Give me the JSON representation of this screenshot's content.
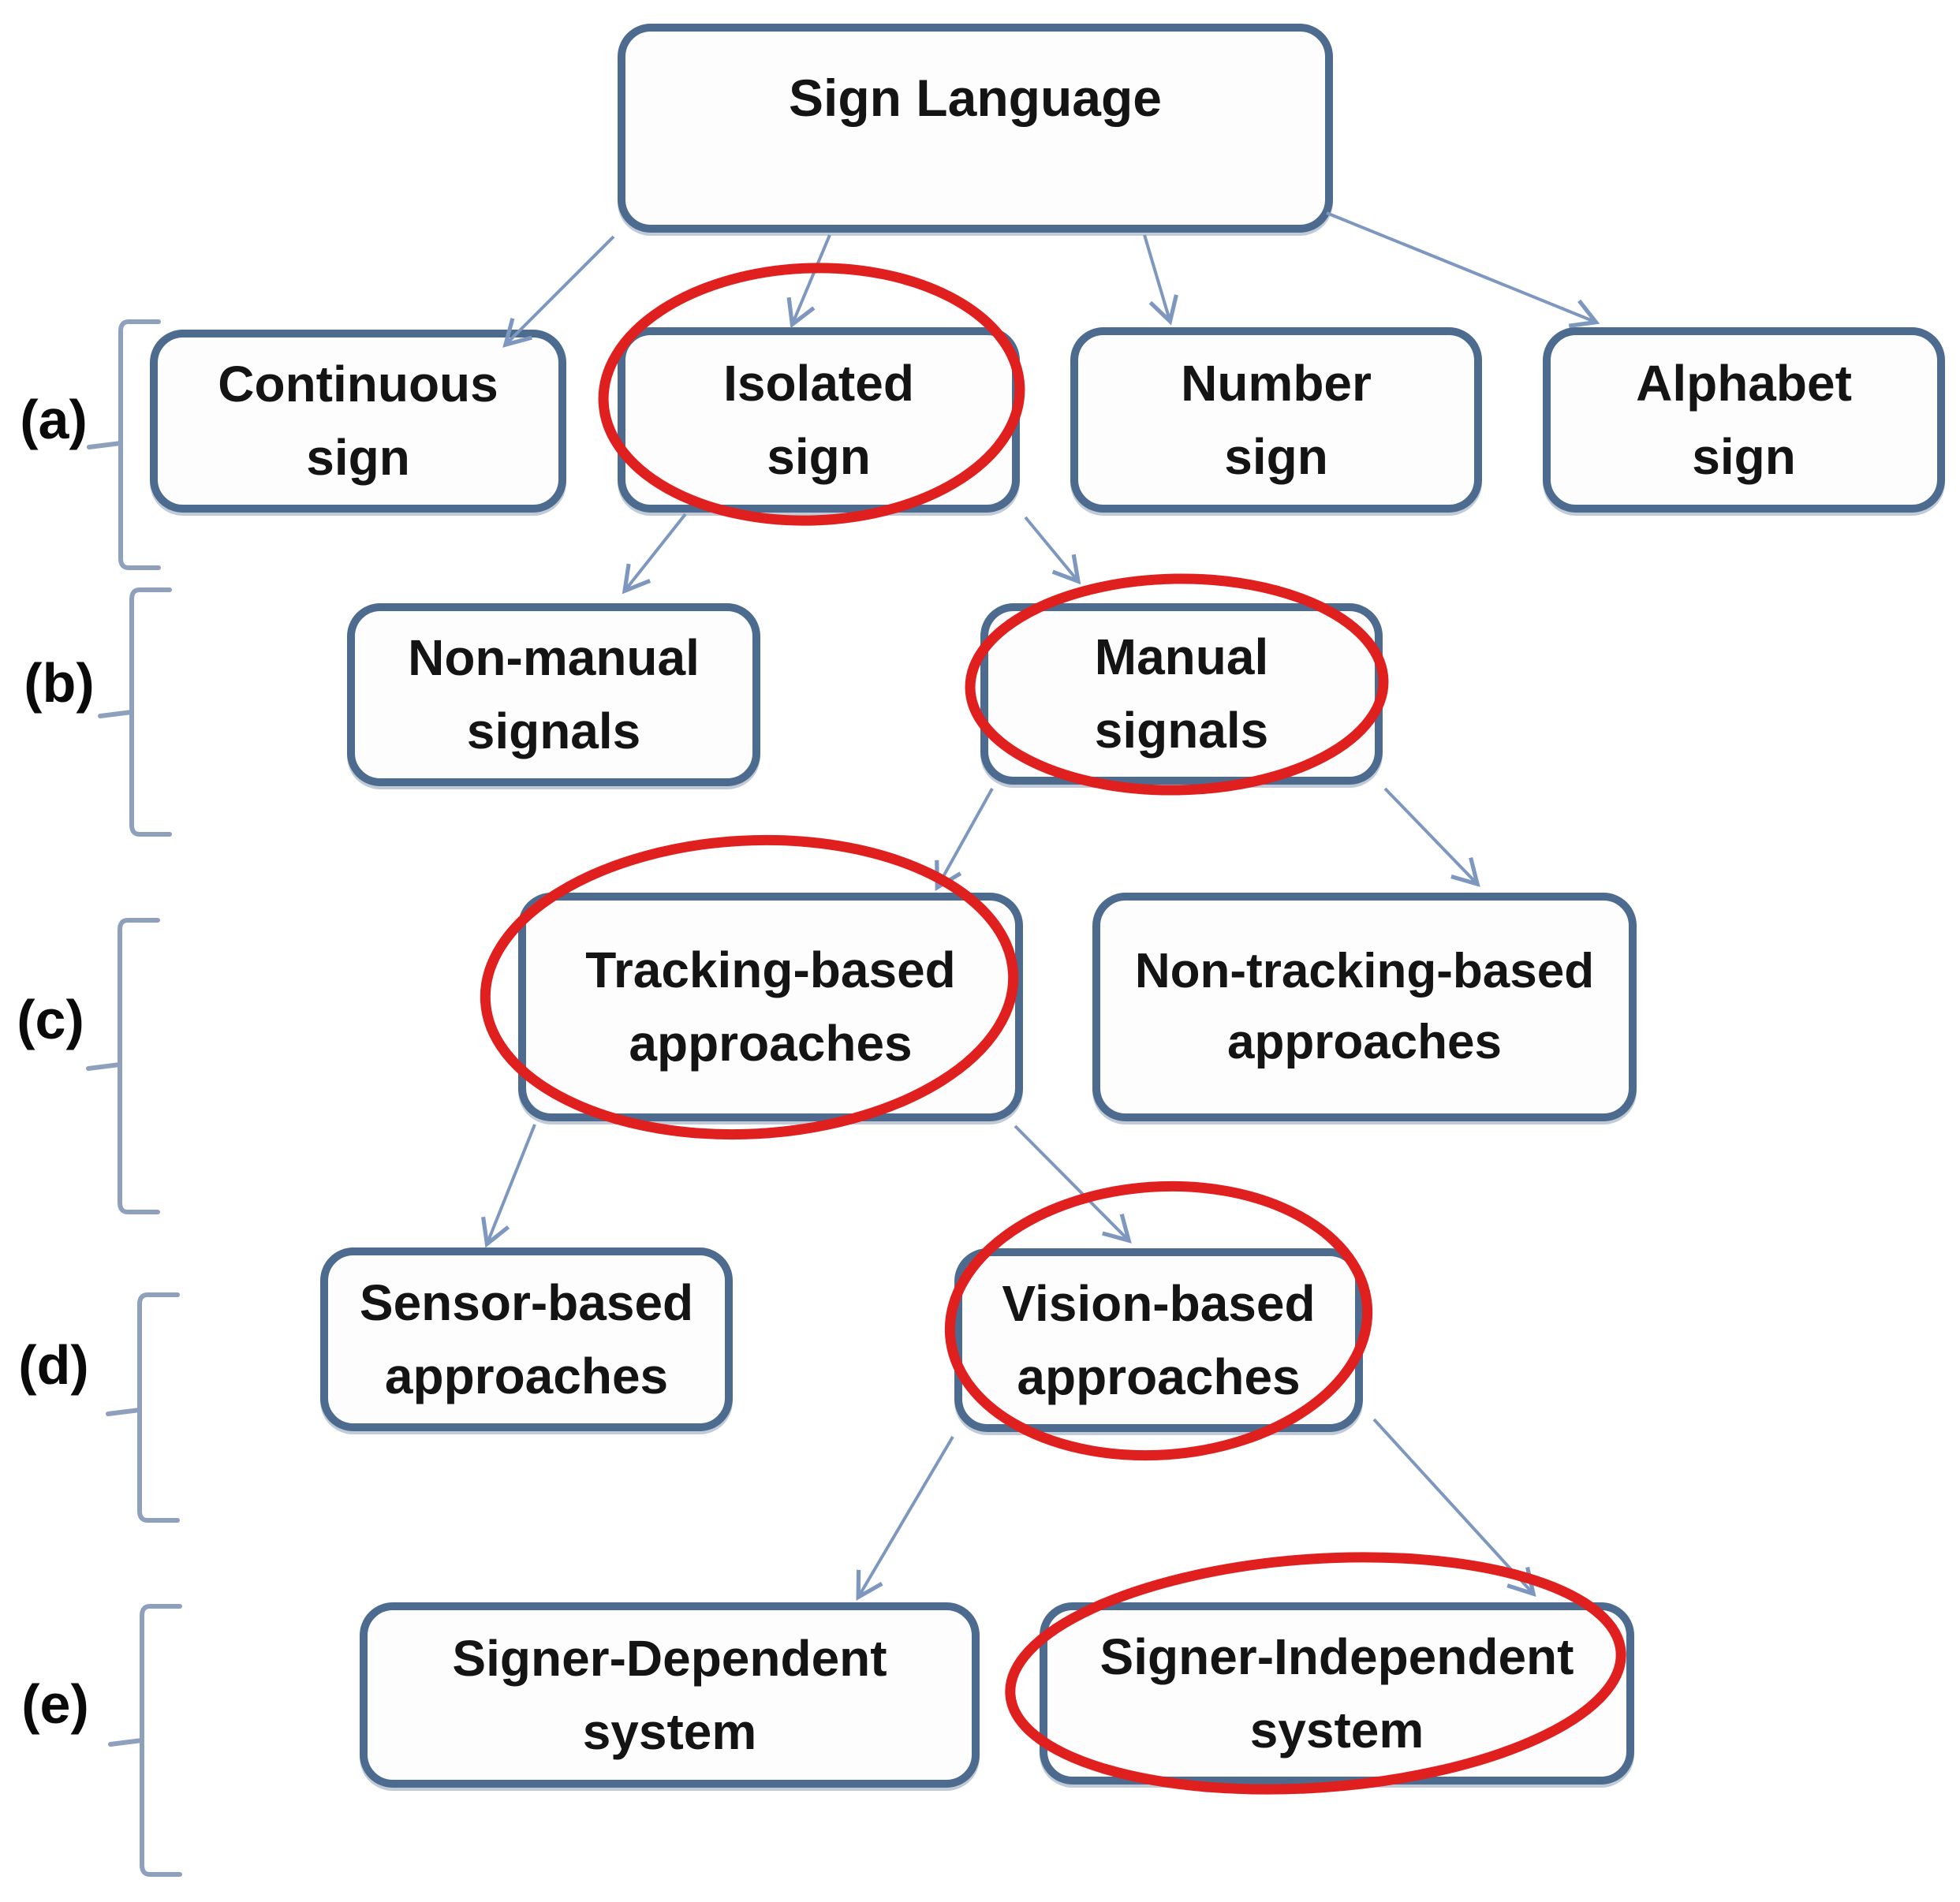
{
  "diagram": {
    "root": {
      "label": "Sign Language",
      "highlighted": false
    },
    "levels": [
      {
        "tag": "(a)",
        "nodes": [
          {
            "label": "Continuous\nsign",
            "highlighted": false
          },
          {
            "label": "Isolated\nsign",
            "highlighted": true
          },
          {
            "label": "Number\nsign",
            "highlighted": false
          },
          {
            "label": "Alphabet\nsign",
            "highlighted": false
          }
        ]
      },
      {
        "tag": "(b)",
        "nodes": [
          {
            "label": "Non-manual\nsignals",
            "highlighted": false
          },
          {
            "label": "Manual\nsignals",
            "highlighted": true
          }
        ]
      },
      {
        "tag": "(c)",
        "nodes": [
          {
            "label": "Tracking-based\napproaches",
            "highlighted": true
          },
          {
            "label": "Non-tracking-based\napproaches",
            "highlighted": false
          }
        ]
      },
      {
        "tag": "(d)",
        "nodes": [
          {
            "label": "Sensor-based\napproaches",
            "highlighted": false
          },
          {
            "label": "Vision-based\napproaches",
            "highlighted": true
          }
        ]
      },
      {
        "tag": "(e)",
        "nodes": [
          {
            "label": "Signer-Dependent\nsystem",
            "highlighted": false
          },
          {
            "label": "Signer-Independent\nsystem",
            "highlighted": true
          }
        ]
      }
    ],
    "edges": [
      {
        "from": "Sign Language",
        "to": "Continuous sign"
      },
      {
        "from": "Sign Language",
        "to": "Isolated sign"
      },
      {
        "from": "Sign Language",
        "to": "Number sign"
      },
      {
        "from": "Sign Language",
        "to": "Alphabet sign"
      },
      {
        "from": "Isolated sign",
        "to": "Non-manual signals"
      },
      {
        "from": "Isolated sign",
        "to": "Manual signals"
      },
      {
        "from": "Manual signals",
        "to": "Tracking-based approaches"
      },
      {
        "from": "Manual signals",
        "to": "Non-tracking-based approaches"
      },
      {
        "from": "Tracking-based approaches",
        "to": "Sensor-based approaches"
      },
      {
        "from": "Tracking-based approaches",
        "to": "Vision-based approaches"
      },
      {
        "from": "Vision-based approaches",
        "to": "Signer-Dependent system"
      },
      {
        "from": "Vision-based approaches",
        "to": "Signer-Independent system"
      }
    ],
    "colors": {
      "box_border": "#4c6b8e",
      "arrow": "#7d97bf",
      "bracket": "#8fa0bd",
      "highlight_ellipse": "#e01f1f",
      "text": "#141414"
    }
  }
}
